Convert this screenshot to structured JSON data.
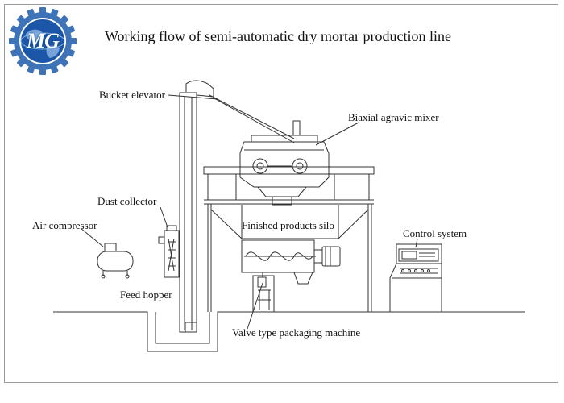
{
  "title": "Working flow of semi-automatic dry mortar production line",
  "logo": {
    "text": "MG",
    "icon": "gear-globe-logo",
    "colors": {
      "gear": "#3f73b8",
      "globe": "#1b56a8",
      "accent": "#8fb6e3"
    }
  },
  "labels": {
    "bucket_elevator": "Bucket elevator",
    "mixer": "Biaxial agravic mixer",
    "dust_collector": "Dust collector",
    "air_compressor": "Air compressor",
    "finished_silo": "Finished products silo",
    "control_system": "Control system",
    "feed_hopper": "Feed hopper",
    "packaging_machine": "Valve type packaging machine"
  },
  "colors": {
    "line": "#333333",
    "frame": "#9a9a9a"
  }
}
